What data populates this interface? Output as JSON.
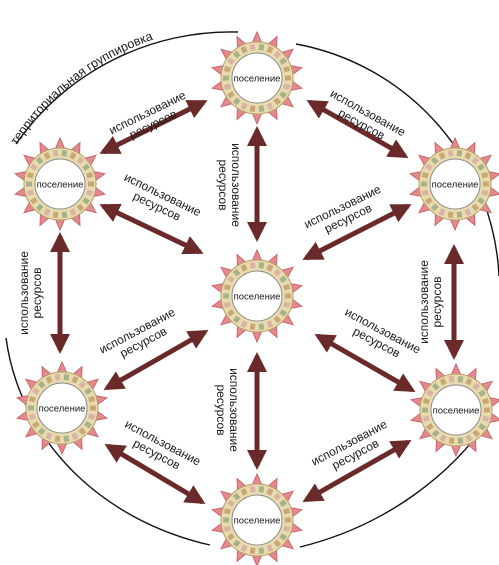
{
  "group_label": "территориальная группировка",
  "node_label": "поселение",
  "link_label": {
    "line1": "использование",
    "line2": "ресурсов"
  },
  "nodes": [
    "top",
    "upper-left",
    "upper-right",
    "center",
    "lower-left",
    "lower-right",
    "bottom"
  ],
  "colors": {
    "arrow": "#6b2a2a",
    "petal": "#e48a8f",
    "petal_dark": "#c8676e",
    "ring": "#e8dcae",
    "ring_dark": "#b79b66",
    "enclosure": "#111111"
  }
}
